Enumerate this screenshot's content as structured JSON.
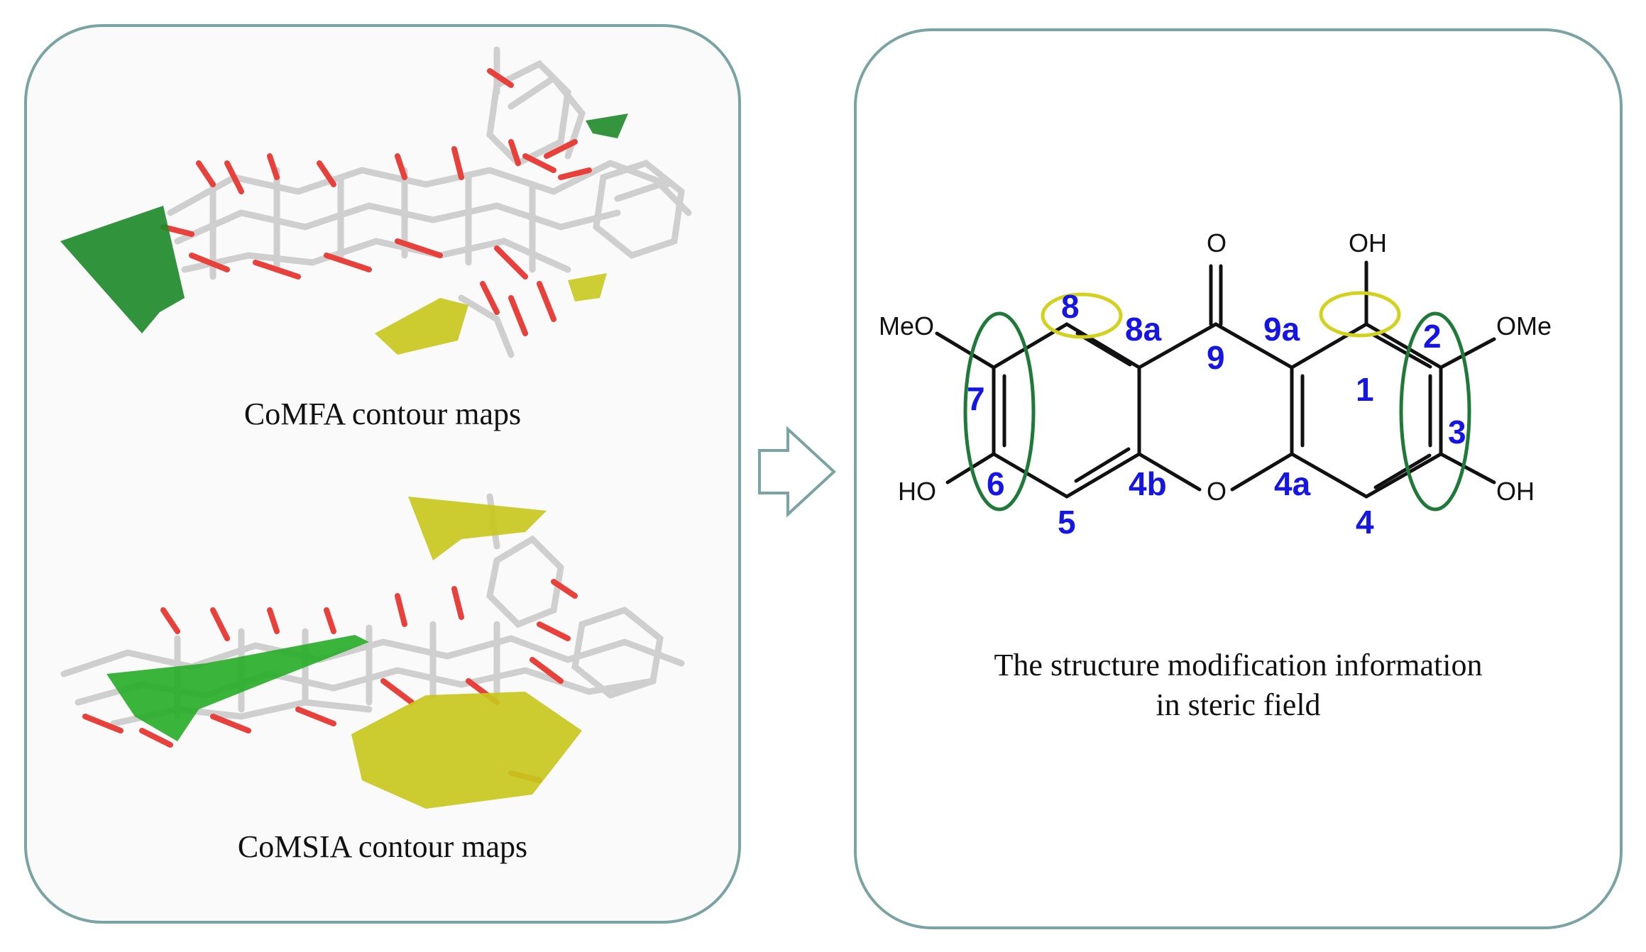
{
  "left_panel": {
    "comfa_caption": "CoMFA contour maps",
    "comsia_caption": "CoMSIA contour maps"
  },
  "right_panel": {
    "caption_line1": "The structure modification information",
    "caption_line2": "in steric field",
    "atom_labels": {
      "o_carbonyl": "O",
      "oh_top": "OH",
      "meo_left": "MeO",
      "ome_right": "OMe",
      "ho_left": "HO",
      "oh_right": "OH",
      "o_ring": "O"
    },
    "position_numbers": [
      "1",
      "2",
      "3",
      "4",
      "4a",
      "4b",
      "5",
      "6",
      "7",
      "8",
      "8a",
      "9",
      "9a"
    ]
  },
  "colors": {
    "panel_border": "#7aa3a3",
    "number_blue": "#1515e6",
    "favorable_green": "#1f8a2a",
    "unfavorable_yellow": "#c8c81e",
    "stick_gray": "#cfcfcf",
    "stick_red": "#e8403a"
  },
  "icons": [
    "arrow-right-icon"
  ]
}
